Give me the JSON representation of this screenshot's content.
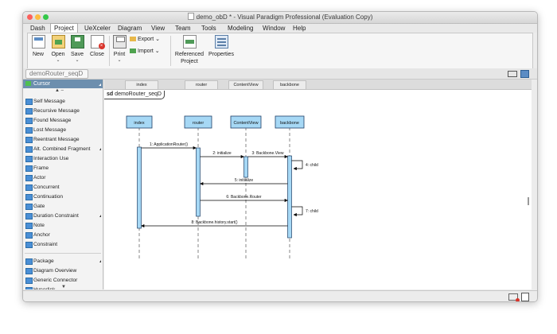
{
  "window": {
    "title": "demo_obD * - Visual Paradigm Professional (Evaluation Copy)"
  },
  "menubar": [
    "Dash",
    "Project",
    "UeXceler",
    "Diagram",
    "View",
    "Team",
    "Tools",
    "Modeling",
    "Window",
    "Help"
  ],
  "ribbon": {
    "new": "New",
    "open": "Open",
    "save": "Save",
    "close": "Close",
    "print": "Print",
    "export": "Export",
    "import": "Import",
    "referenced_project": [
      "Referenced",
      "Project"
    ],
    "properties": "Properties"
  },
  "breadcrumb": "demoRouter_seqD",
  "palette": {
    "cursor": "Cursor",
    "items": [
      "Self Message",
      "Recursive Message",
      "Found Message",
      "Lost Message",
      "Reentrant Message",
      "Alt. Combined Fragment",
      "Interaction Use",
      "Frame",
      "Actor",
      "Concurrent",
      "Continuation",
      "Gate",
      "Duration Constraint",
      "Note",
      "Anchor",
      "Constraint"
    ],
    "items2": [
      "Package",
      "Diagram Overview",
      "Generic Connector",
      "Hyperlink"
    ]
  },
  "diagram": {
    "tabs": [
      "index",
      "router",
      "ContentView",
      "backbone"
    ],
    "frame_keyword": "sd",
    "frame_name": "demoRouter_seqD",
    "lifelines": [
      "index",
      "router",
      "ContentView",
      "backbone"
    ],
    "messages": [
      {
        "label": "1: ApplicationRouter()"
      },
      {
        "label": "2: initialize"
      },
      {
        "label": "3: Backbone.View"
      },
      {
        "label": "4: child"
      },
      {
        "label": "5: initialize"
      },
      {
        "label": "6: Backbone.Router"
      },
      {
        "label": "7: child"
      },
      {
        "label": "8: Backbone.history.start()"
      }
    ]
  },
  "colors": {
    "lifeline_fill": "#a6d8f5",
    "lifeline_border": "#1e3f66",
    "palette_selected": "#6d8fae"
  }
}
